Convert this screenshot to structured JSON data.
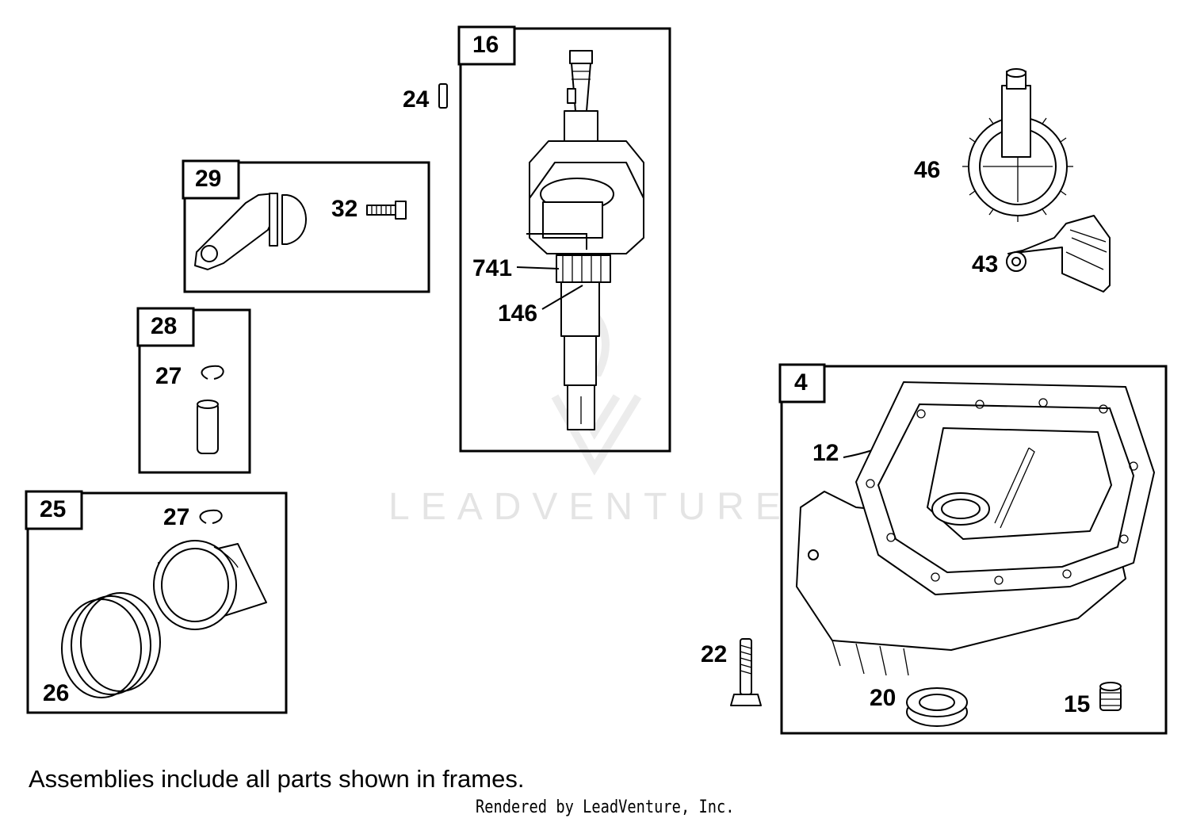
{
  "watermark": {
    "text": "LEADVENTURE"
  },
  "frames": {
    "f16": "16",
    "f29": "29",
    "f28": "28",
    "f25": "25",
    "f4": "4"
  },
  "labels": {
    "p24": "24",
    "p32": "32",
    "p741": "741",
    "p146": "146",
    "p27a": "27",
    "p27b": "27",
    "p26": "26",
    "p46": "46",
    "p43": "43",
    "p12": "12",
    "p22": "22",
    "p20": "20",
    "p15": "15"
  },
  "footer": {
    "note": "Assemblies include all parts shown in frames.",
    "credit": "Rendered by LeadVenture, Inc."
  },
  "colors": {
    "line": "#000000",
    "background": "#ffffff",
    "watermark": "#e4e4e4"
  }
}
